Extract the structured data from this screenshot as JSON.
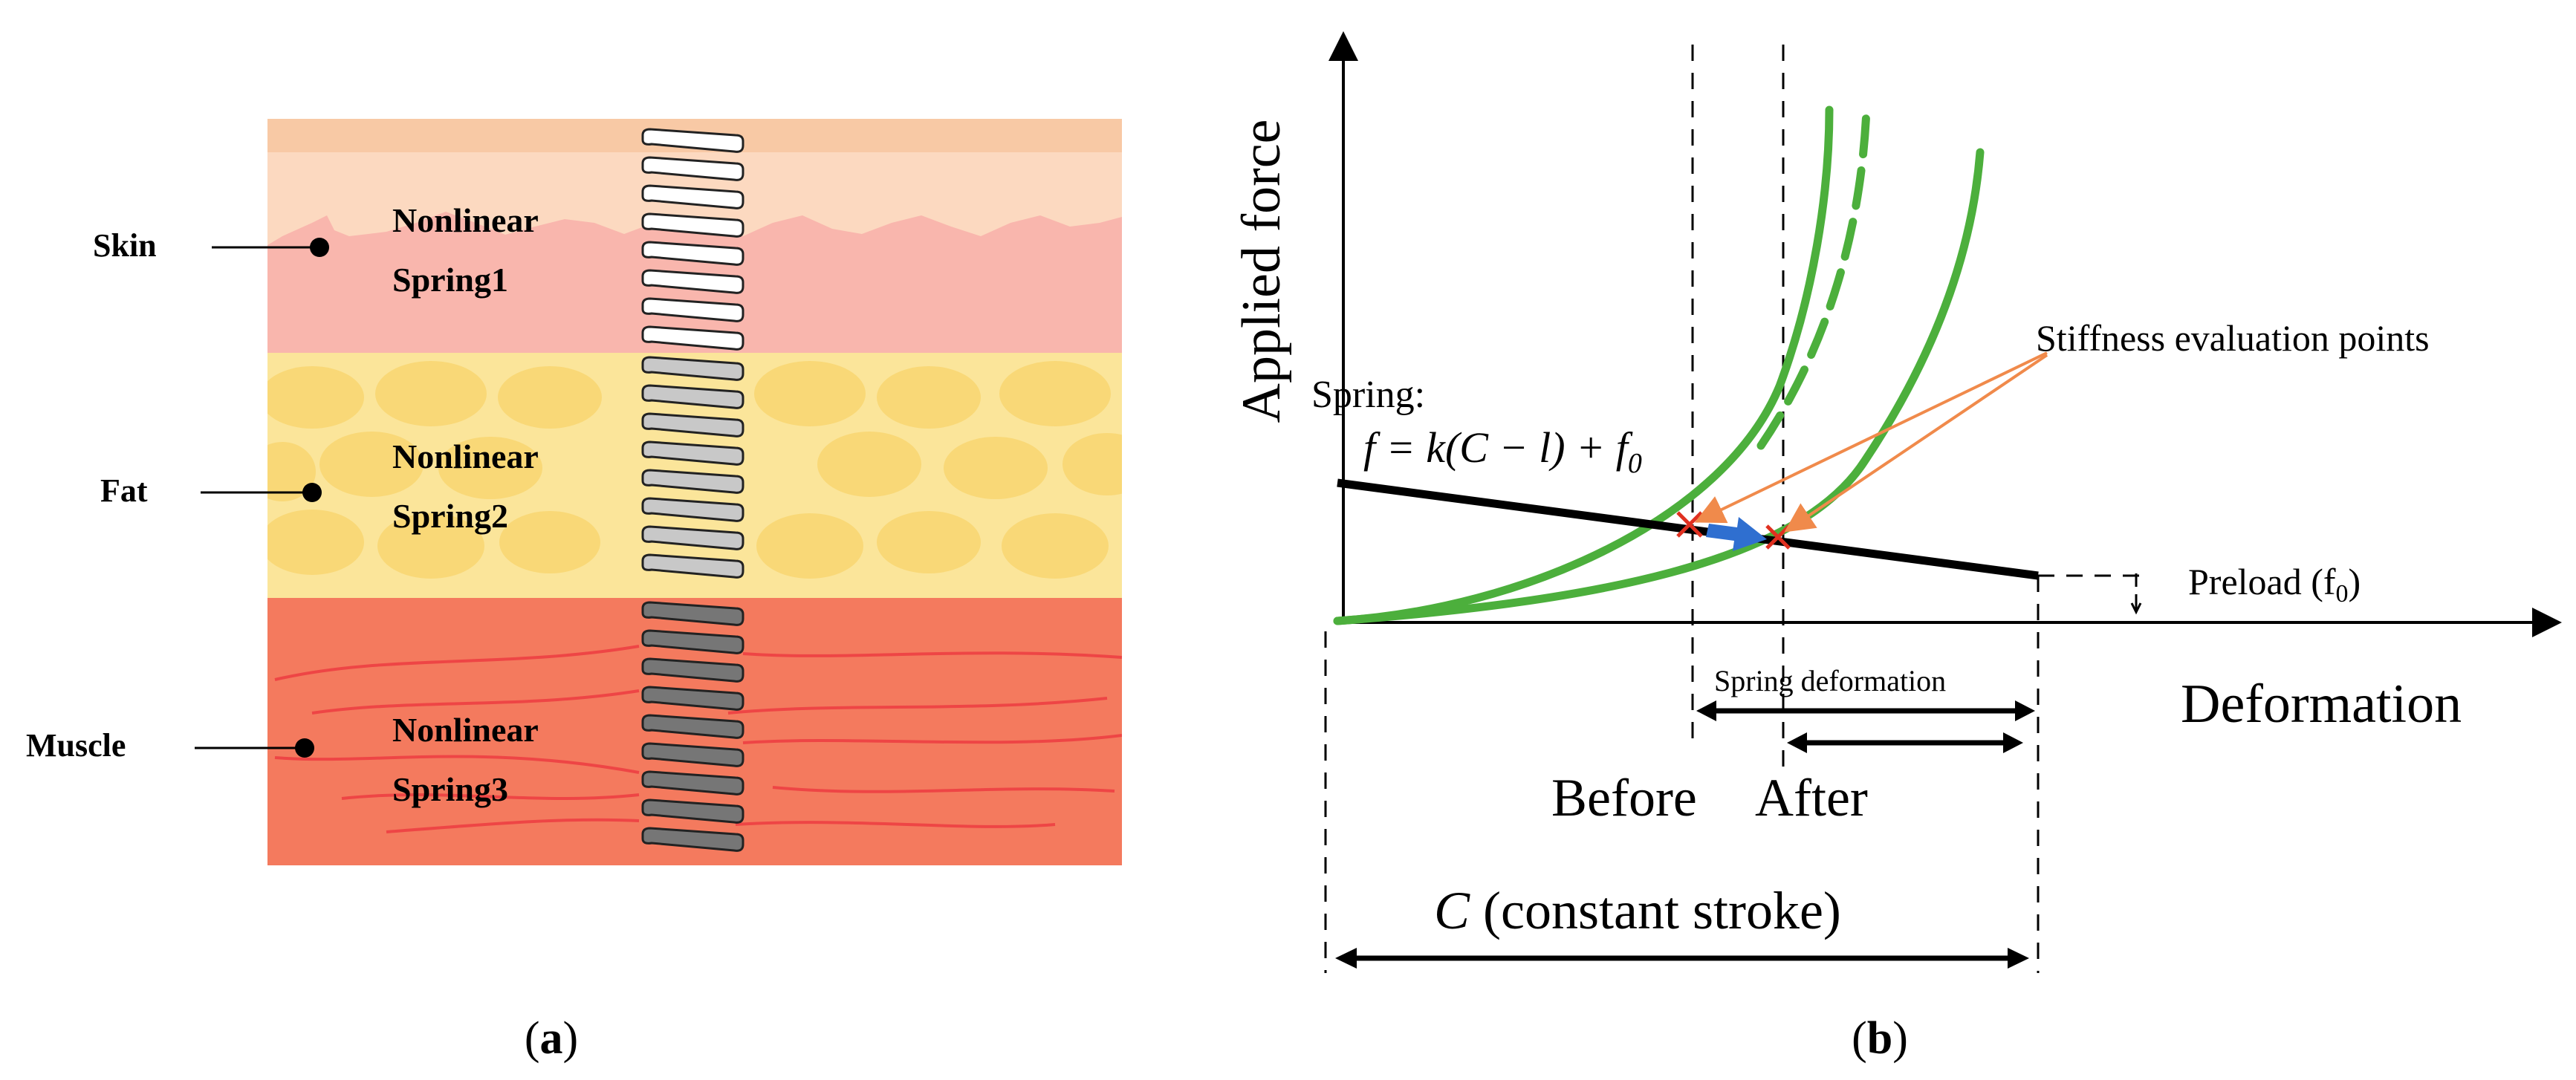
{
  "panel_a": {
    "caption": "(a)",
    "caption_letter": "a",
    "layers": [
      {
        "label": "Skin",
        "spring_line1": "Nonlinear",
        "spring_line2": "Spring1"
      },
      {
        "label": "Fat",
        "spring_line1": "Nonlinear",
        "spring_line2": "Spring2"
      },
      {
        "label": "Muscle",
        "spring_line1": "Nonlinear",
        "spring_line2": "Spring3"
      }
    ],
    "colors": {
      "skin_top": "#f8c9a5",
      "skin": "#fcd9c0",
      "skin_dermis": "#f9b6ad",
      "fat": "#fbe59a",
      "fat_cells": "#f9d877",
      "muscle": "#f47a5e",
      "muscle_fibers": "#ee4545"
    }
  },
  "panel_b": {
    "caption": "(b)",
    "caption_letter": "b",
    "y_axis_label": "Applied force",
    "x_axis_label": "Deformation",
    "spring_title": "Spring:",
    "spring_eq_main": "f = k(C − l) + f",
    "spring_eq_sub": "0",
    "annotation": "Stiffness evaluation points",
    "preload_text": "Preload (f",
    "preload_sub": "0",
    "preload_close": ")",
    "spring_deformation_label": "Spring deformation",
    "before_label": "Before",
    "after_label": "After",
    "stroke_C": "C",
    "stroke_label": "(constant stroke)",
    "colors": {
      "curve": "#4caf3c",
      "spring_line": "#000000",
      "marker": "#e03020",
      "arrow": "#2f6fd0",
      "annotation_line": "#f08a4b"
    }
  }
}
